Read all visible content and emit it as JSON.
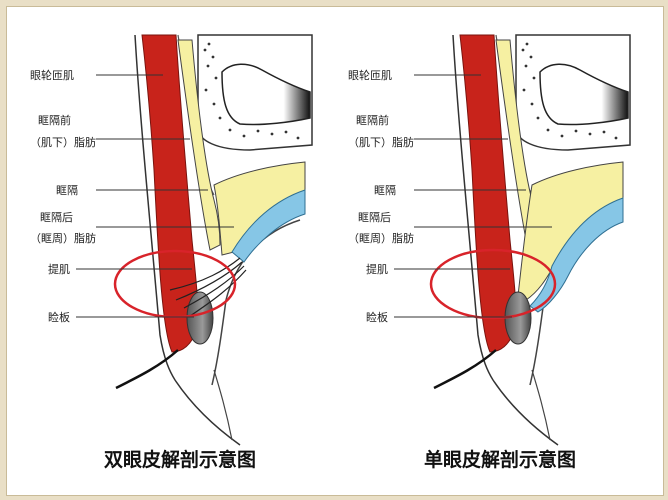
{
  "left_panel": {
    "caption": "双眼皮解剖示意图",
    "labels": {
      "orbicularis": "眼轮匝肌",
      "preseptal_1": "眶隔前",
      "preseptal_2": "（肌下）脂肪",
      "septum": "眶隔",
      "postseptal_1": "眶隔后",
      "postseptal_2": "（眶周）脂肪",
      "levator": "提肌",
      "tarsus": "睑板"
    }
  },
  "right_panel": {
    "caption": "单眼皮解剖示意图",
    "labels": {
      "orbicularis": "眼轮匝肌",
      "preseptal_1": "眶隔前",
      "preseptal_2": "（肌下）脂肪",
      "septum": "眶隔",
      "postseptal_1": "眶隔后",
      "postseptal_2": "（眶周）脂肪",
      "levator": "提肌",
      "tarsus": "睑板"
    }
  },
  "colors": {
    "muscle": "#c8231b",
    "fat_yellow": "#f6f0a2",
    "levator_blue": "#86c6e6",
    "highlight_ring": "#d8232a",
    "tarsus": "#7d7d7d"
  }
}
